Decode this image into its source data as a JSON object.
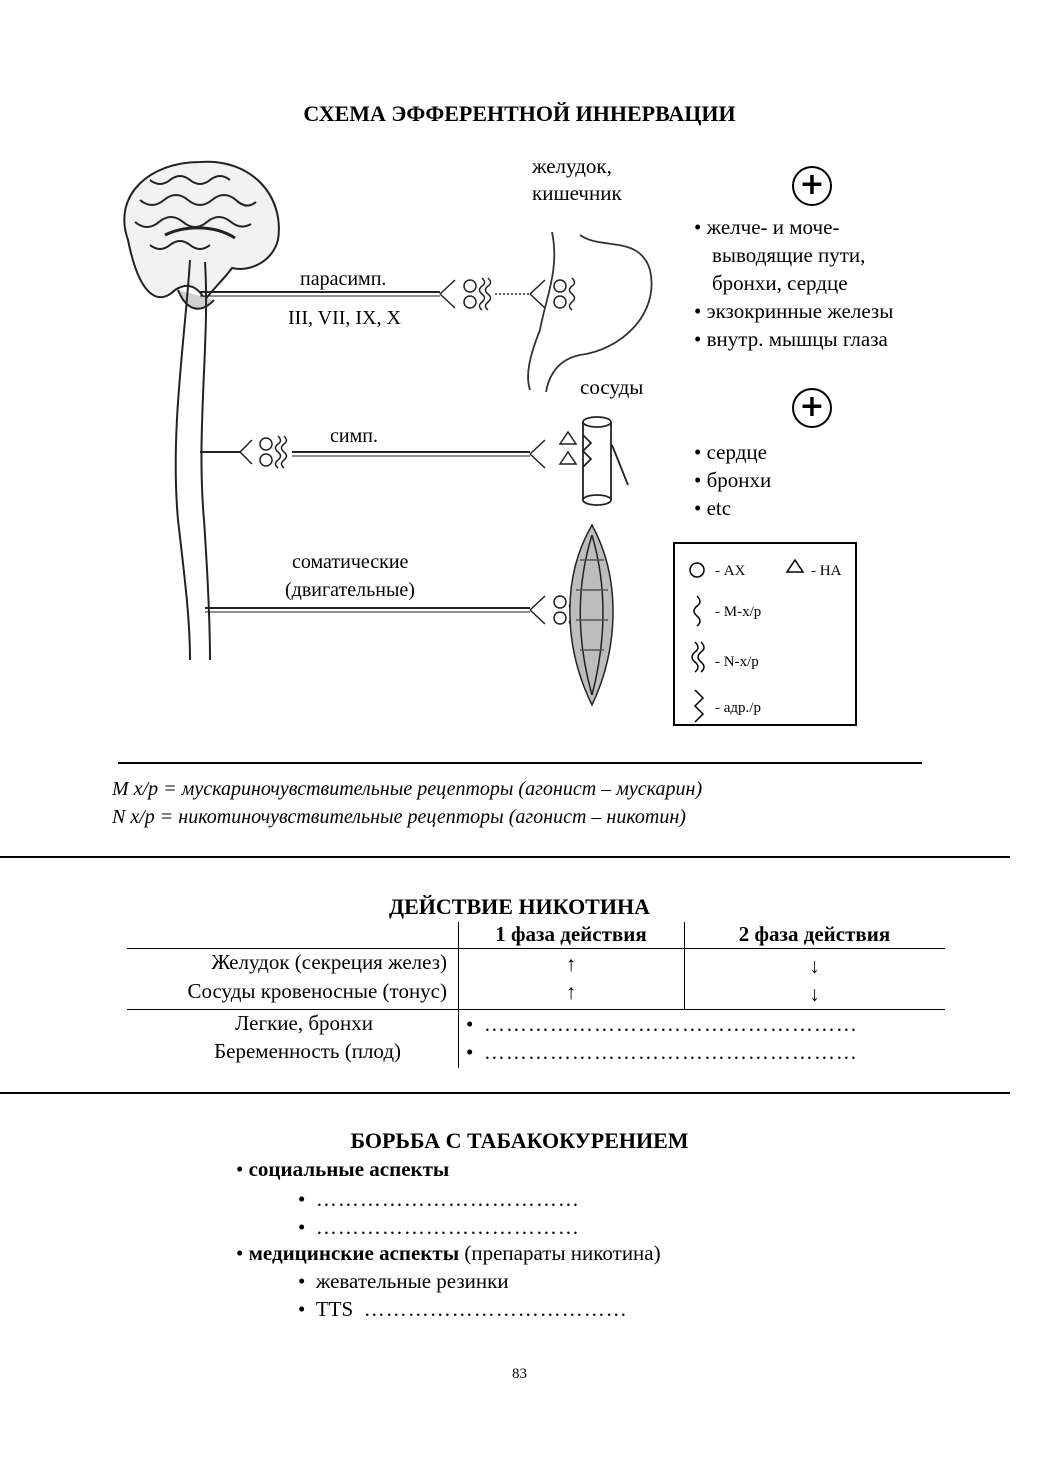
{
  "scheme": {
    "title": "СХЕМА ЭФФЕРЕНТНОЙ ИННЕРВАЦИИ",
    "organ_stomach": [
      "желудок,",
      "кишечник"
    ],
    "organ_vessels": "сосуды",
    "nerve_parasymp": "парасимп.",
    "nerve_parasymp_numbers": "III, VII, IX, X",
    "nerve_symp": "симп.",
    "nerve_somatic": [
      "соматические",
      "(двигательные)"
    ],
    "plus_symbol": "+",
    "effects_parasymp": [
      "желче- и моче-",
      "выводящие пути,",
      "бронхи, сердце",
      "экзокринные железы",
      "внутр. мышцы глаза"
    ],
    "effects_symp": [
      "сердце",
      "бронхи",
      "etc"
    ],
    "legend": {
      "ach": "- АХ",
      "na": "- НА",
      "m_receptor": "- М-х/р",
      "n_receptor": "- N-х/р",
      "adr_receptor": "- адр./р"
    }
  },
  "definitions": [
    "М х/р = мускариночувствительные рецепторы (агонист – мускарин)",
    "N х/р = никотиночувствительные рецепторы (агонист – никотин)"
  ],
  "nicotine": {
    "title": "ДЕЙСТВИЕ НИКОТИНА",
    "col1": "1 фаза действия",
    "col2": "2 фаза действия",
    "rows_a": [
      "Желудок (секреция желез)",
      "Сосуды кровеносные (тонус)"
    ],
    "phase1": [
      "↑",
      "↑"
    ],
    "phase2": [
      "↓",
      "↓"
    ],
    "rows_b": [
      "Легкие, бронхи",
      "Беременность (плод)"
    ],
    "dots_long": "……………………………………………"
  },
  "smoking": {
    "title": "БОРЬБА С ТАБАКОКУРЕНИЕМ",
    "social": "социальные аспекты",
    "medical": "медицинские аспекты",
    "medical_note": "(препараты никотина)",
    "gum": "жевательные резинки",
    "tts": "TTS",
    "dots_short": "………………………………"
  },
  "page_number": "83"
}
